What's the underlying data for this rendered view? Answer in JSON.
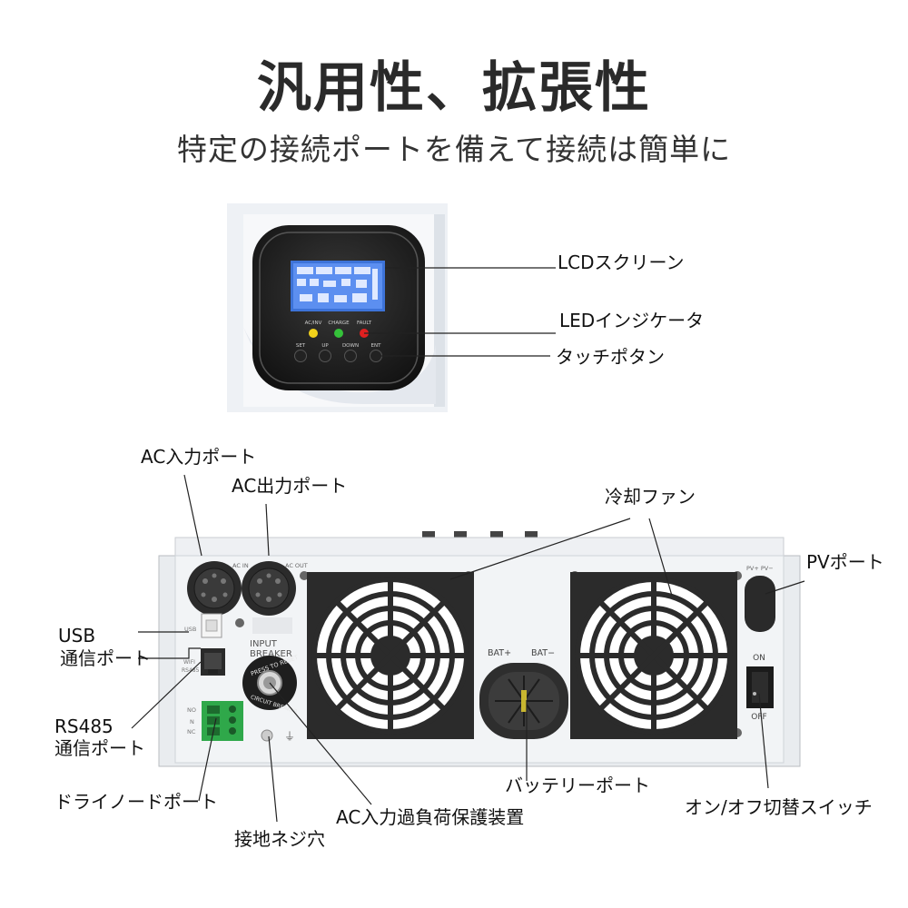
{
  "title": "汎用性、拡張性",
  "subtitle": "特定の接続ポートを備えて接続は簡単に",
  "panel": {
    "led_labels": [
      "AC/INV",
      "CHARGE",
      "FAULT"
    ],
    "button_labels": [
      "SET",
      "UP",
      "DOWN",
      "ENT"
    ]
  },
  "rear": {
    "ac_in": "AC IN",
    "ac_out": "AC OUT",
    "usb": "USB",
    "wifi": "WIFI",
    "rs485": "RS485",
    "dry_no": "NO",
    "dry_n": "N",
    "dry_nc": "NC",
    "input_breaker_1": "INPUT",
    "input_breaker_2": "BREAKER",
    "press_reset": "PRESS TO RESET",
    "circuit_breaker": "CIRCUIT BREAKER",
    "bat_plus": "BAT+",
    "bat_minus": "BAT−",
    "pv": "PV+ PV−",
    "on": "ON",
    "off": "OFF"
  },
  "callouts": {
    "lcd": "LCDスクリーン",
    "led": "LEDインジケータ",
    "touch": "タッチポタン",
    "ac_in_port": "AC入力ポート",
    "ac_out_port": "AC出力ポート",
    "fan": "冷却ファン",
    "pv_port": "PVポート",
    "usb_1": "USB",
    "usb_2": "通信ポート",
    "rs485_1": "RS485",
    "rs485_2": "通信ポート",
    "dry": "ドライノードポート",
    "ground": "接地ネジ穴",
    "overload": "AC入力過負荷保護装置",
    "battery": "バッテリーポート",
    "switch": "オン/オフ切替スイッチ"
  },
  "colors": {
    "led_yellow": "#f2d21b",
    "led_green": "#35c23a",
    "led_red": "#e02020",
    "lcd_blue": "#4a86e8",
    "terminal_green": "#2fa84a"
  }
}
